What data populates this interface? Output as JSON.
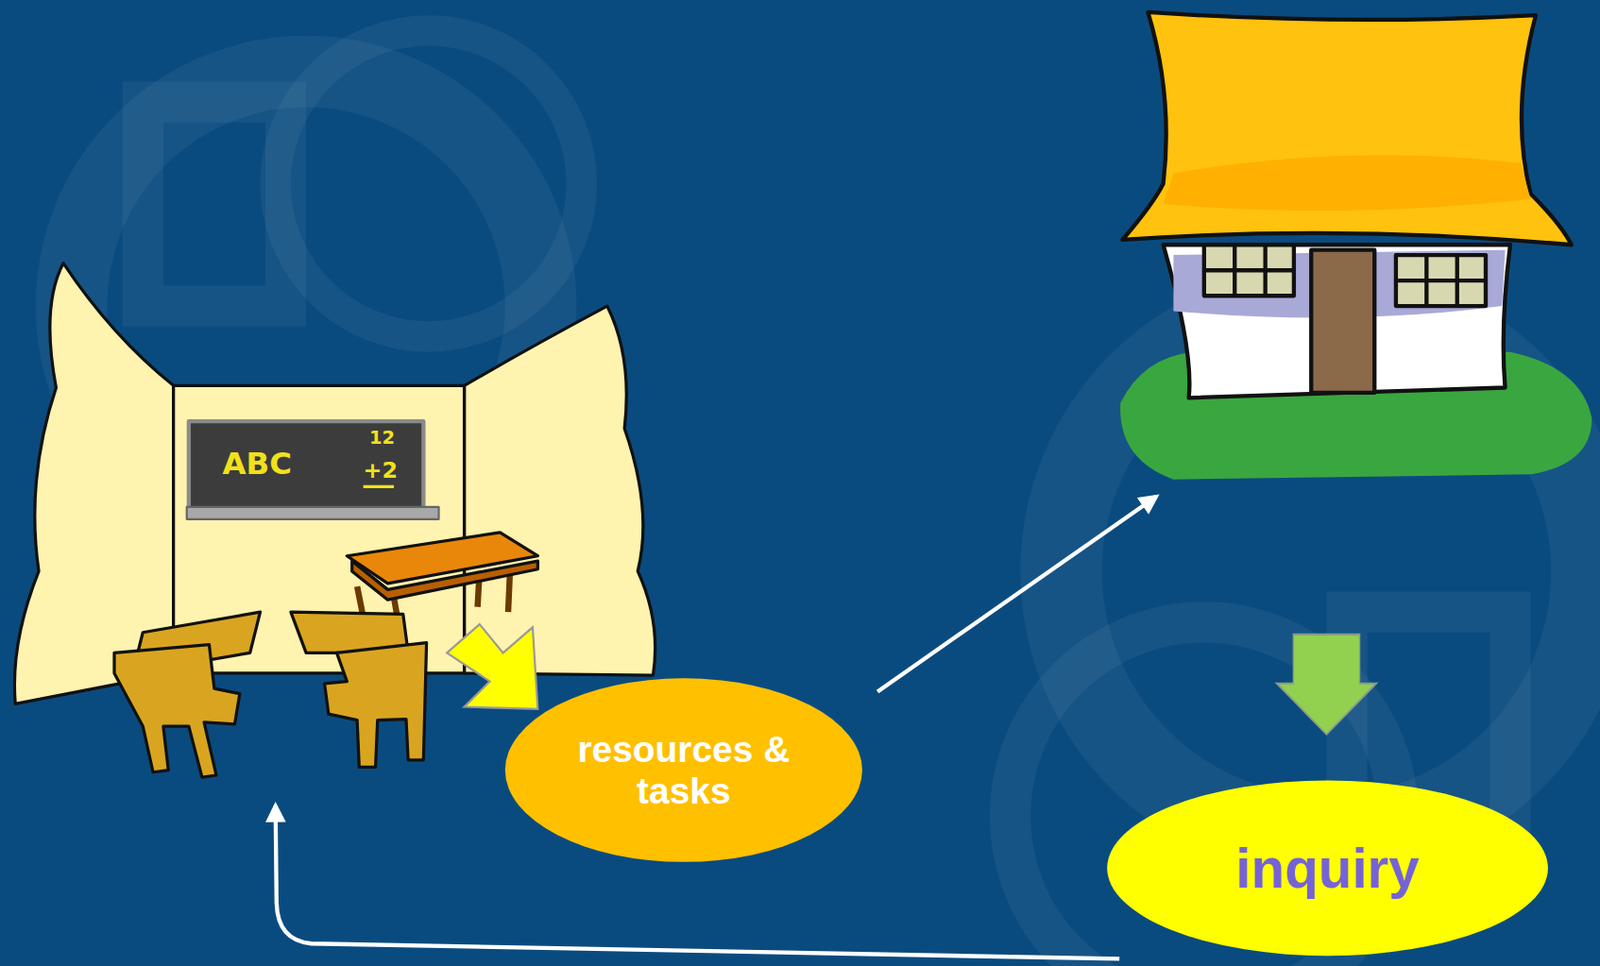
{
  "diagram": {
    "nodes": [
      {
        "text": [
          "resources & tasks"
        ]
      },
      {
        "text": [
          "inquiry"
        ]
      }
    ],
    "labels": [
      "ABC",
      "12",
      "+2"
    ]
  }
}
